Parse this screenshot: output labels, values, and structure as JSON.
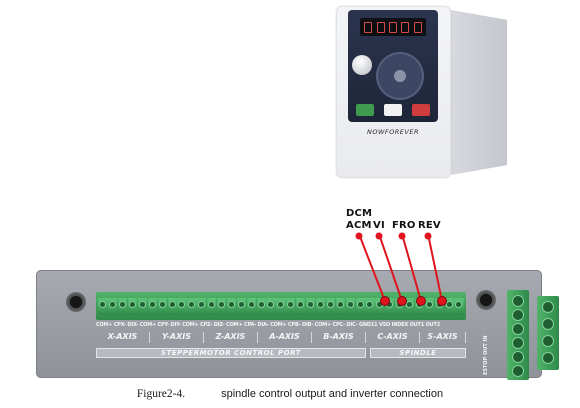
{
  "inverter": {
    "brand": "NOWFOREVER",
    "display_digits": 5
  },
  "terminal_labels": [
    {
      "id": "dcm",
      "text": "DCM"
    },
    {
      "id": "acm",
      "text": "ACM"
    },
    {
      "id": "vi",
      "text": "VI"
    },
    {
      "id": "fro",
      "text": "FRO"
    },
    {
      "id": "rev",
      "text": "REV"
    }
  ],
  "board": {
    "pin_header": "COM+ CPX- DIX- COM+ CPY- DIY- COM+ CPZ- DIZ- COM+ CPA- DIA- COM+ CPB- DIB- COM+ CPC- DIC- GND11 VSO INDEX OUT1 OUT2",
    "axes": [
      "X-AXIS",
      "Y-AXIS",
      "Z-AXIS",
      "A-AXIS",
      "B-AXIS",
      "C-AXIS",
      "S-AXIS"
    ],
    "stepper_port": "STEPPERMOTOR CONTROL PORT",
    "spindle_port": "SPINDLE",
    "side_label": "ESTOP OUT IN"
  },
  "colors": {
    "wire": "#e0141e",
    "terminal_green": "#3f9e5a",
    "board_gray": "#9b9ea4"
  },
  "caption": {
    "figure": "Figure2-4.",
    "text": "spindle control output and inverter connection"
  }
}
